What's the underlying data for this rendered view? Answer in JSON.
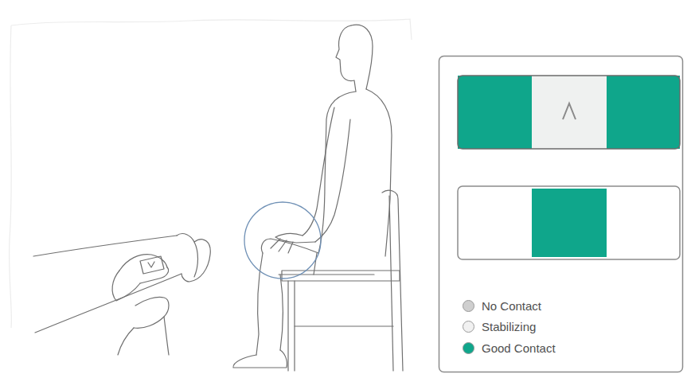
{
  "diagram": {
    "legend": [
      {
        "text": "No Contact",
        "color": "#cfcfcf"
      },
      {
        "text": "Stabilizing",
        "color": "#f1f1f1"
      },
      {
        "text": "Good Contact",
        "color": "#0fa68b"
      }
    ]
  }
}
